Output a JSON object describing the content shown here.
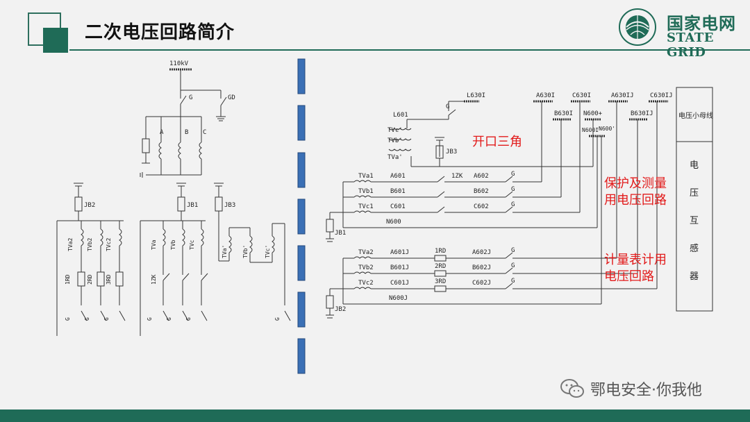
{
  "header": {
    "title": "二次电压回路简介",
    "logo_cn": "国家电网",
    "logo_en": "STATE GRID"
  },
  "watermark": {
    "text": "鄂电安全·你我他"
  },
  "colors": {
    "brand_green": "#1f6b57",
    "annotation_red": "#e21b1b",
    "blue_block": "#3a6fb5"
  },
  "left_diagram": {
    "bus_label": "110kV",
    "switch_g": "G",
    "switch_gd": "GD",
    "phase_a": "A",
    "phase_b": "B",
    "phase_c": "C",
    "jb2": "JB2",
    "jb1": "JB1",
    "jb3": "JB3",
    "group1_tv": [
      "TVa2",
      "TVb2",
      "TVc2"
    ],
    "group1_fuse": [
      "1RD",
      "2RD",
      "3RD"
    ],
    "group2_tv": [
      "TVa",
      "TVb",
      "TVc"
    ],
    "group2_zk": "1ZK",
    "group3_tv": [
      "TVa'",
      "TVb'",
      "TVc'"
    ],
    "g": "G"
  },
  "right_diagram": {
    "L630I": "L630I",
    "L601": "L601",
    "TVc_p": "TVc'",
    "TVb_p": "TVb'",
    "TVa_p": "TVa'",
    "JB3": "JB3",
    "A630I": "A630I",
    "C630I": "C630I",
    "B630I": "B630I",
    "N600p": "N600+",
    "N600I": "N600I",
    "N600pp": "N600'",
    "A630IJ": "A630IJ",
    "C630IJ": "C630IJ",
    "B630IJ": "B630IJ",
    "TVa1": "TVa1",
    "TVb1": "TVb1",
    "TVc1": "TVc1",
    "A601": "A601",
    "B601": "B601",
    "C601": "C601",
    "ZK1": "1ZK",
    "A602": "A602",
    "B602": "B602",
    "C602": "C602",
    "N600": "N600",
    "JB1": "JB1",
    "TVa2": "TVa2",
    "TVb2": "TVb2",
    "TVc2": "TVc2",
    "A601J": "A601J",
    "B601J": "B601J",
    "C601J": "C601J",
    "RD1": "1RD",
    "RD2": "2RD",
    "RD3": "3RD",
    "A602J": "A602J",
    "B602J": "B602J",
    "C602J": "C602J",
    "N600J": "N600J",
    "JB2": "JB2",
    "G": "G",
    "bus_label": "电压小母线",
    "pt_chars": [
      "电",
      "压",
      "互",
      "感",
      "器"
    ],
    "open_delta": "开口三角",
    "protect_line1": "保护及测量",
    "protect_line2": "用电压回路",
    "meter_line1": "计量表计用",
    "meter_line2": "电压回路"
  }
}
